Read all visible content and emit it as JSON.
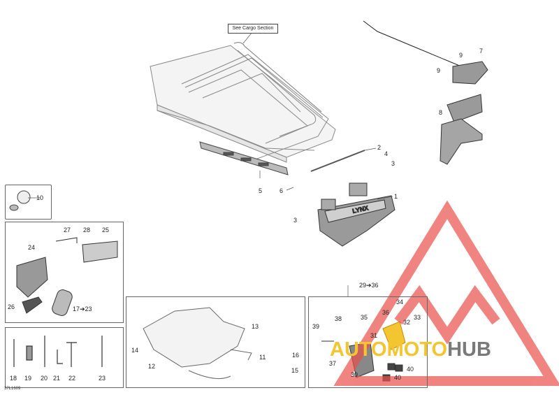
{
  "note": "See Cargo Section",
  "reference": "37L1609",
  "watermark": {
    "part1": "AUTOMOTO",
    "part2": "HUB",
    "color_red": "#e8504a",
    "color_yellow": "#f2c531",
    "color_gray": "#7a7a7a"
  },
  "callouts": {
    "c1": "1",
    "c2": "2",
    "c3a": "3",
    "c3b": "3",
    "c4": "4",
    "c5": "5",
    "c6": "6",
    "c7": "7",
    "c8": "8",
    "c9a": "9",
    "c9b": "9",
    "c10": "10",
    "c11": "11",
    "c12": "12",
    "c13": "13",
    "c14": "14",
    "c15": "15",
    "c16": "16",
    "c17": "17➔23",
    "c18": "18",
    "c19": "19",
    "c20": "20",
    "c21": "21",
    "c22": "22",
    "c23": "23",
    "c24": "24",
    "c25": "25",
    "c26": "26",
    "c27": "27",
    "c28": "28",
    "c29": "29➔36",
    "c30": "30",
    "c31": "31",
    "c32": "32",
    "c33": "33",
    "c34": "34",
    "c35": "35",
    "c36": "36",
    "c37": "37",
    "c38": "38",
    "c39": "39",
    "c40a": "40",
    "c40b": "40"
  }
}
